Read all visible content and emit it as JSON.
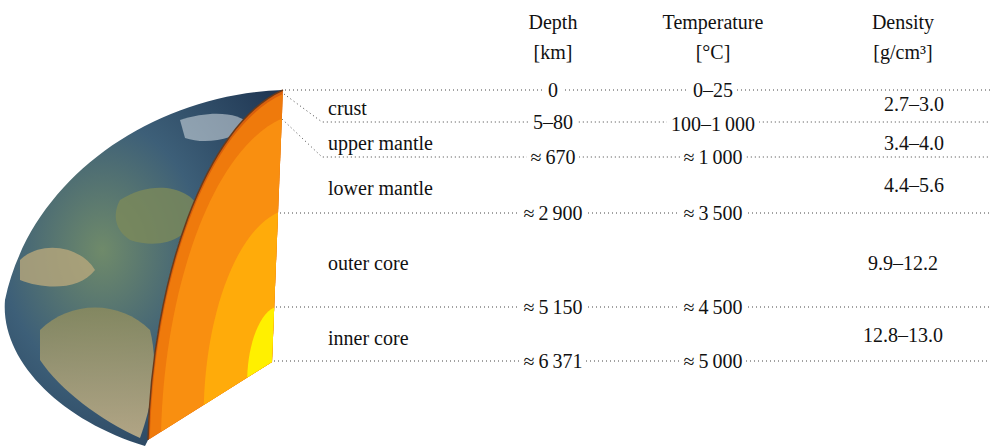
{
  "diagram": {
    "labels": [
      "Depth",
      "[km]",
      "Temperature",
      "[°C]",
      "Density",
      "[g/cm³]",
      "0",
      "0–25",
      "2.7–3.0",
      "crust",
      "5–80",
      "100–1 000",
      "upper mantle",
      "3.4–4.0",
      "≈ 670",
      "≈ 1 000",
      "lower mantle",
      "4.4–5.6",
      "≈ 2 900",
      "≈ 3 500",
      "outer core",
      "9.9–12.2",
      "≈ 5 150",
      "≈ 4 500",
      "inner core",
      "12.8–13.0",
      "≈ 6 371",
      "≈ 5 000"
    ]
  }
}
